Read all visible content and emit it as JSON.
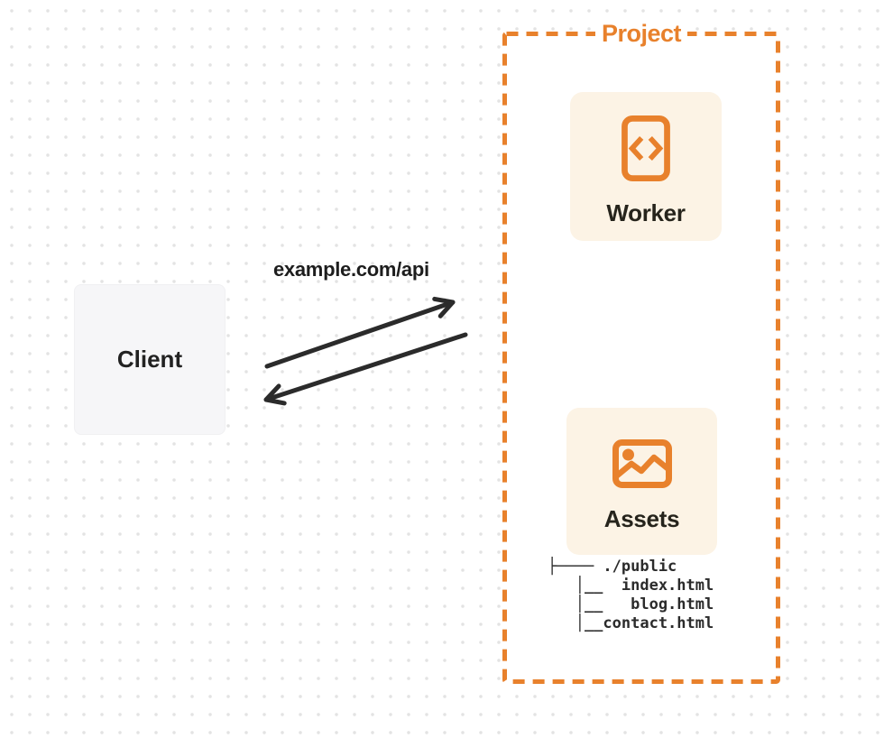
{
  "diagram": {
    "client": {
      "label": "Client"
    },
    "request_label": "example.com/api",
    "project": {
      "label": "Project",
      "nodes": {
        "worker": {
          "label": "Worker",
          "icon": "code-file-icon"
        },
        "assets": {
          "label": "Assets",
          "icon": "image-icon"
        }
      },
      "file_tree": {
        "text": "├──── ./public\n   │__  index.html\n   │__   blog.html\n   │__contact.html"
      }
    },
    "colors": {
      "accent_orange": "#e8812c",
      "card_background": "#fcf3e5",
      "client_background": "#f6f6f8",
      "arrow": "#2b2b2b",
      "text": "#222222",
      "dot_grid": "#e3e3e3"
    }
  }
}
